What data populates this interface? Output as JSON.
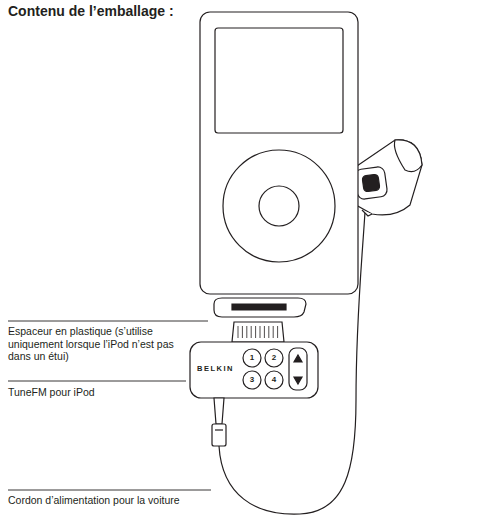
{
  "diagram": {
    "title": "Contenu de l’emballage :",
    "labels": [
      "Espaceur en plastique (s’utilise uniquement lorsque l’iPod n’est pas dans un étui)",
      "TuneFM pour iPod",
      "Cordon d’alimentation pour la voiture",
      "BELKIN",
      "1",
      "2",
      "3",
      "4"
    ]
  }
}
